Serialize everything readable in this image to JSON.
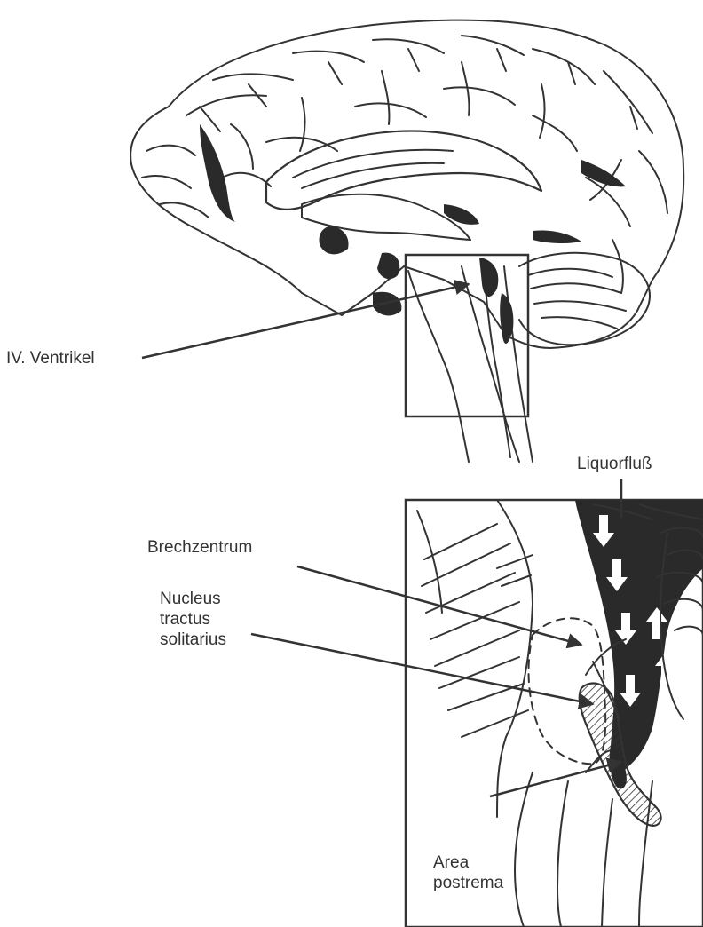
{
  "labels": {
    "ventricle": "IV. Ventrikel",
    "csf_flow": "Liquorfluß",
    "vomiting_center": "Brechzentrum",
    "nts": [
      "Nucleus",
      "tractus",
      "solitarius"
    ],
    "area_postrema": [
      "Area",
      "postrema"
    ]
  },
  "colors": {
    "ink": "#333333",
    "fill": "#2a2a2a",
    "paper": "#ffffff"
  }
}
